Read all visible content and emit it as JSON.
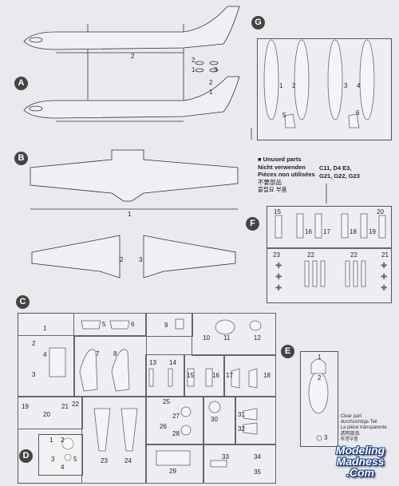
{
  "steps": {
    "A": "A",
    "B": "B",
    "C": "C",
    "D": "D",
    "E": "E",
    "F": "F",
    "G": "G"
  },
  "unused_parts": {
    "lines": [
      "Unused parts",
      "Nicht verwenden",
      "Pièces non utilisées",
      "不要部品",
      "불필요 부품"
    ],
    "codes": [
      "C11, D4 E3,",
      "G21, G22, G23"
    ]
  },
  "clear_part": {
    "lines": [
      "Clear part",
      "durchsichtige Teil",
      "La pièce transparente",
      "透明部品",
      "투명부품"
    ]
  },
  "watermark": {
    "line1": "Modeling",
    "line2": "Madness",
    "line3": ".Com"
  },
  "part_numbers": {
    "a": [
      "2",
      "2",
      "3",
      "1",
      "2",
      "1"
    ],
    "b": [
      "1",
      "2",
      "3"
    ],
    "g": [
      "1",
      "2",
      "3",
      "4",
      "5",
      "6"
    ],
    "f": [
      "15",
      "16",
      "17",
      "18",
      "19",
      "20",
      "23",
      "22",
      "22",
      "21"
    ],
    "c": [
      "1",
      "2",
      "3",
      "4",
      "5",
      "6",
      "7",
      "8",
      "9",
      "10",
      "11",
      "12",
      "13",
      "14",
      "15",
      "16",
      "17",
      "18",
      "19",
      "20",
      "21",
      "22",
      "23",
      "24",
      "25",
      "26",
      "27",
      "28",
      "29",
      "30",
      "31",
      "32",
      "33",
      "34",
      "35"
    ],
    "d": [
      "1",
      "2",
      "3",
      "5",
      "4"
    ],
    "e": [
      "1",
      "2",
      "3"
    ]
  }
}
